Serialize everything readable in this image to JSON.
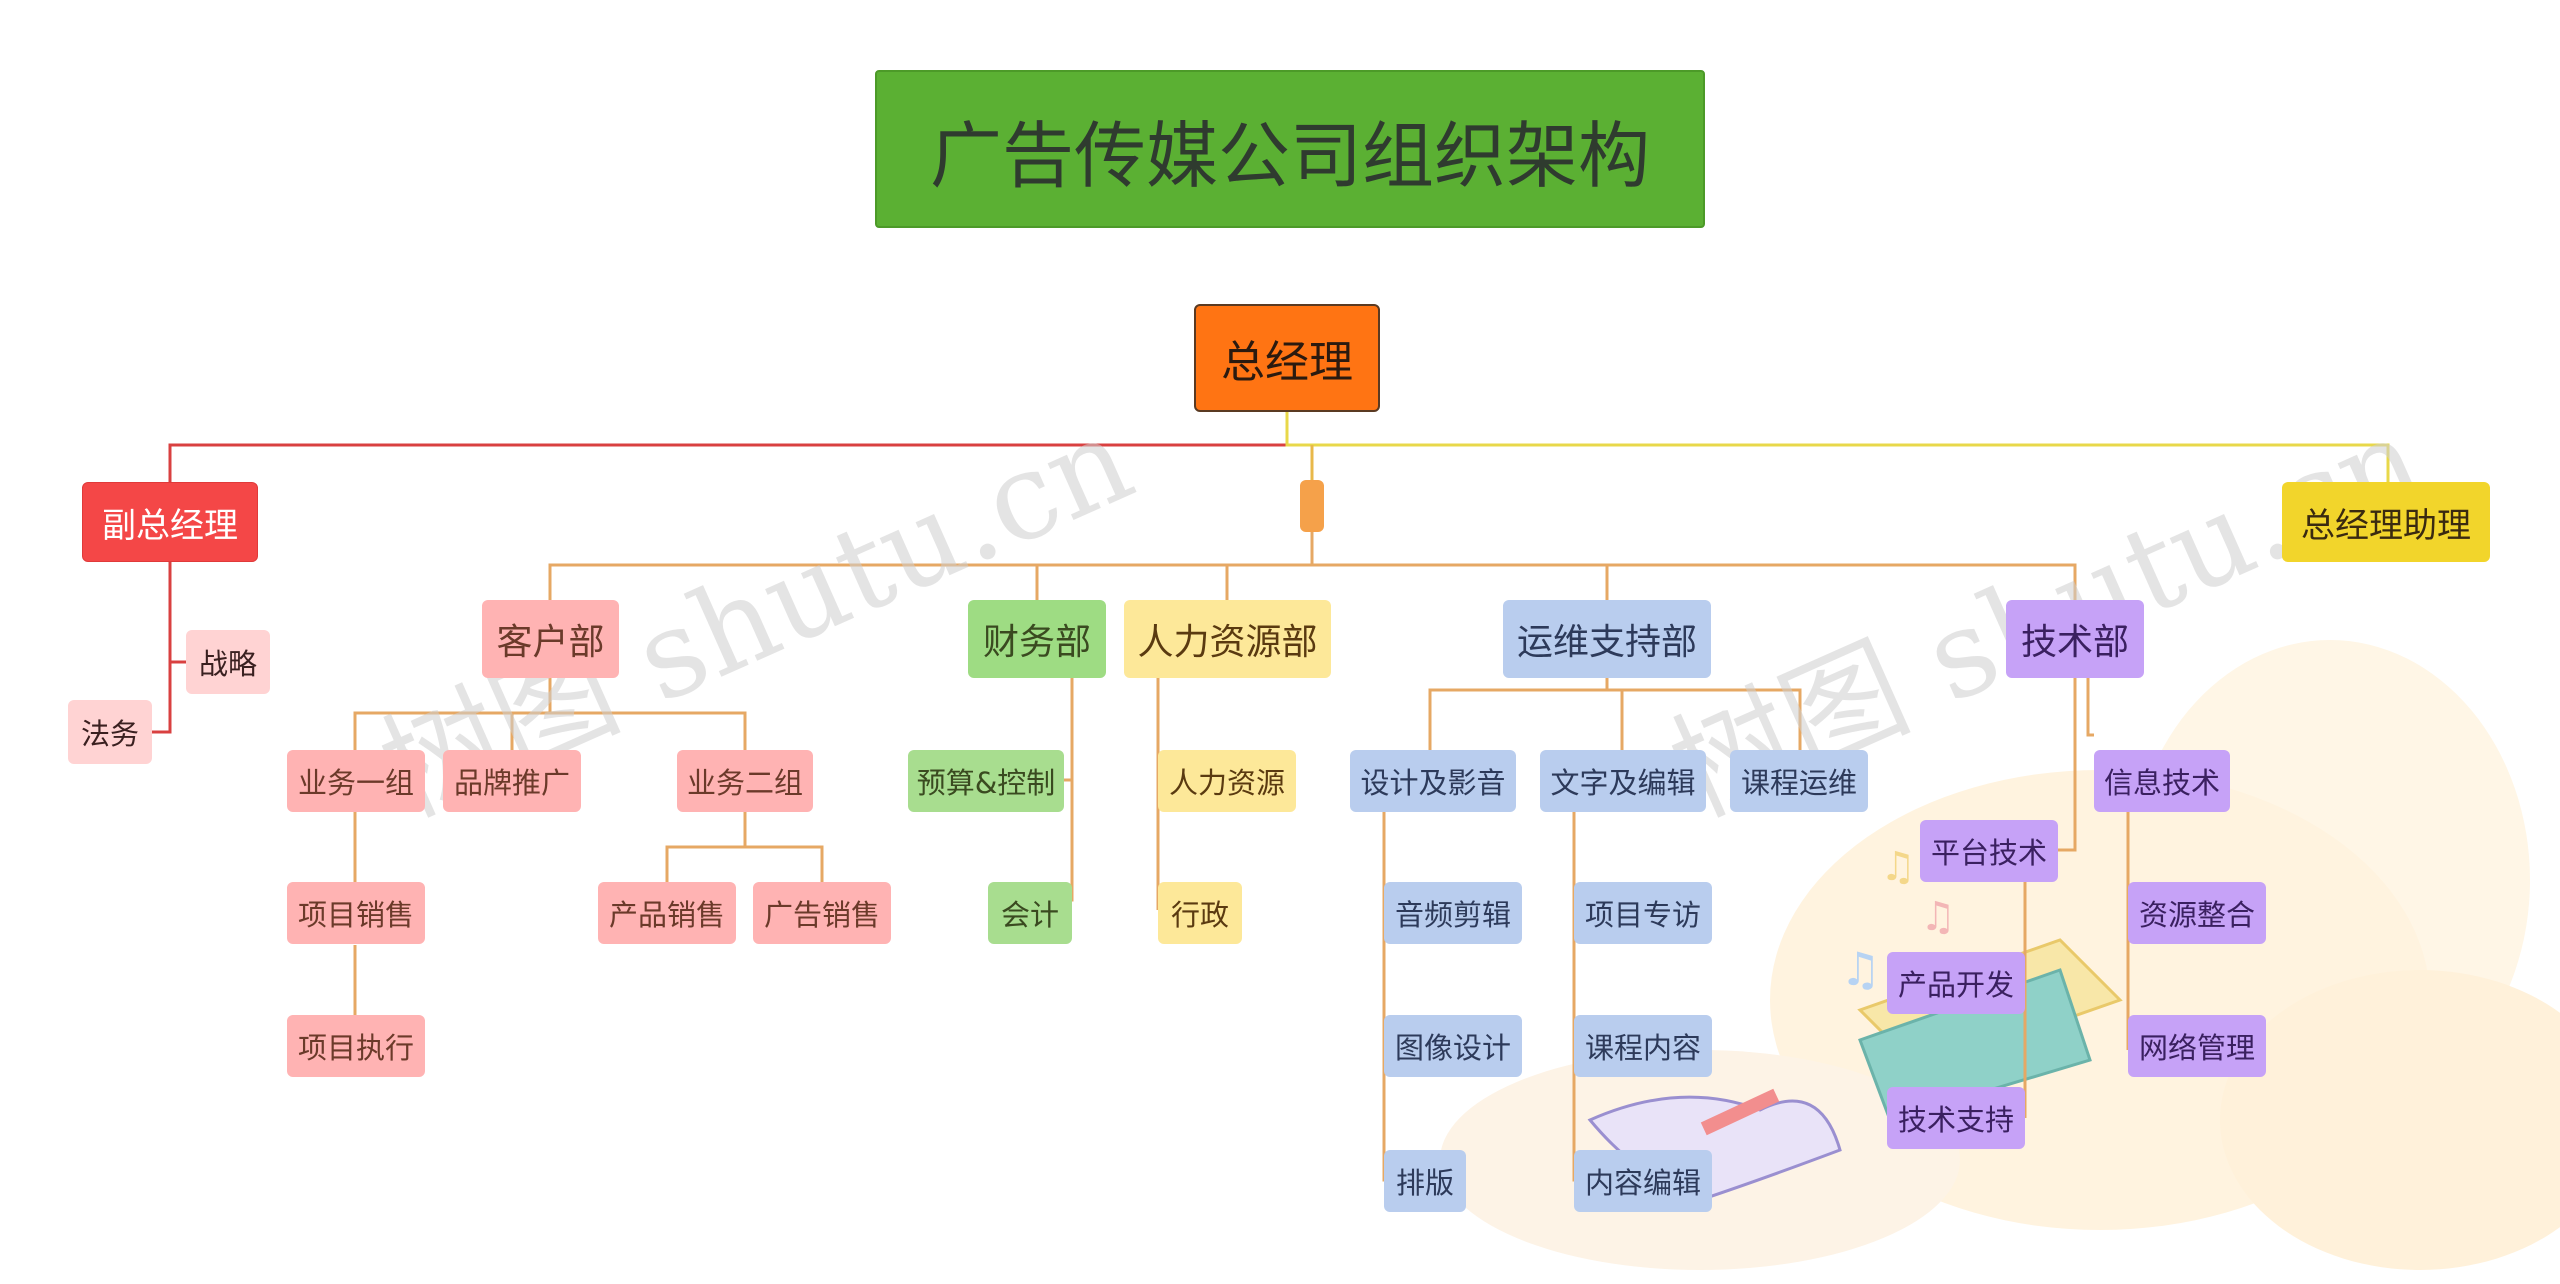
{
  "title": "广告传媒公司组织架构",
  "ceo": "总经理",
  "vice_gm": "副总经理",
  "gm_assistant": "总经理助理",
  "vice_children": [
    "战略",
    "法务"
  ],
  "departments": {
    "customer": {
      "label": "客户部",
      "team1": "业务一组",
      "brand": "品牌推广",
      "team2": "业务二组",
      "team1_children": [
        "项目销售",
        "项目执行"
      ],
      "team2_children": [
        "产品销售",
        "广告销售"
      ]
    },
    "finance": {
      "label": "财务部",
      "children": [
        "预算&控制",
        "会计"
      ]
    },
    "hr": {
      "label": "人力资源部",
      "children": [
        "人力资源",
        "行政"
      ]
    },
    "ops": {
      "label": "运维支持部",
      "design": "设计及影音",
      "text": "文字及编辑",
      "course_ops": "课程运维",
      "design_children": [
        "音频剪辑",
        "图像设计",
        "排版"
      ],
      "text_children": [
        "项目专访",
        "课程内容",
        "内容编辑"
      ]
    },
    "tech": {
      "label": "技术部",
      "platform": "平台技术",
      "info": "信息技术",
      "platform_children": [
        "产品开发",
        "技术支持"
      ],
      "info_children": [
        "资源整合",
        "网络管理"
      ]
    }
  },
  "watermark": "树图 shutu.cn",
  "colors": {
    "title_bg": "#5bb033",
    "ceo_bg": "#ff7413",
    "vice_bg": "#f44747",
    "assistant_bg": "#f2d52b",
    "customer": "#ffb3b3",
    "finance": "#9edc83",
    "hr": "#fde899",
    "ops": "#b9cdee",
    "tech": "#c6a2f7"
  }
}
